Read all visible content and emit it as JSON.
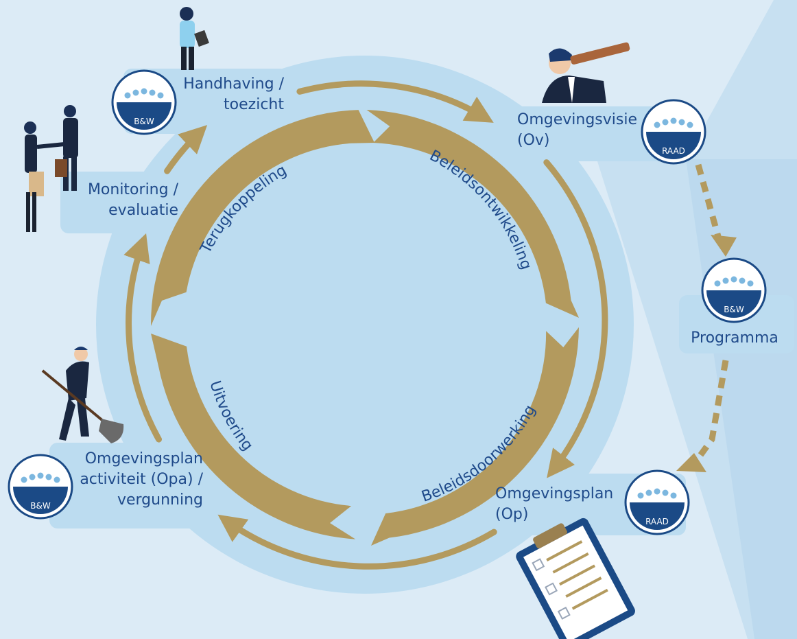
{
  "cycle": {
    "segments": [
      {
        "label": "Beleidsontwikkeling"
      },
      {
        "label": "Beleidsdoorwerking"
      },
      {
        "label": "Uitvoering"
      },
      {
        "label": "Terugkoppeling"
      }
    ]
  },
  "stations": {
    "handhaving": {
      "line1": "Handhaving /",
      "line2": "toezicht",
      "badge": "B&W"
    },
    "omgevingsvisie": {
      "line1": "Omgevingsvisie",
      "line2": "(Ov)",
      "badge": "RAAD"
    },
    "programma": {
      "line1": "Programma",
      "badge": "B&W"
    },
    "omgevingsplan": {
      "line1": "Omgevingsplan",
      "line2": "(Op)",
      "badge": "RAAD"
    },
    "opa": {
      "line1": "Omgevingsplan",
      "line2": "activiteit (Opa) /",
      "line3": "vergunning",
      "badge": "B&W"
    },
    "monitoring": {
      "line1": "Monitoring /",
      "line2": "evaluatie"
    }
  },
  "colors": {
    "background": "#dcebf6",
    "ring": "#bcdcf0",
    "gold": "#b39a5e",
    "navy": "#1f4a8a",
    "badge_dark": "#1b4a86"
  },
  "icons": [
    "woman-tablet-icon",
    "businessman-telescope-icon",
    "handshake-icon",
    "man-shovel-icon",
    "clipboard-icon"
  ]
}
